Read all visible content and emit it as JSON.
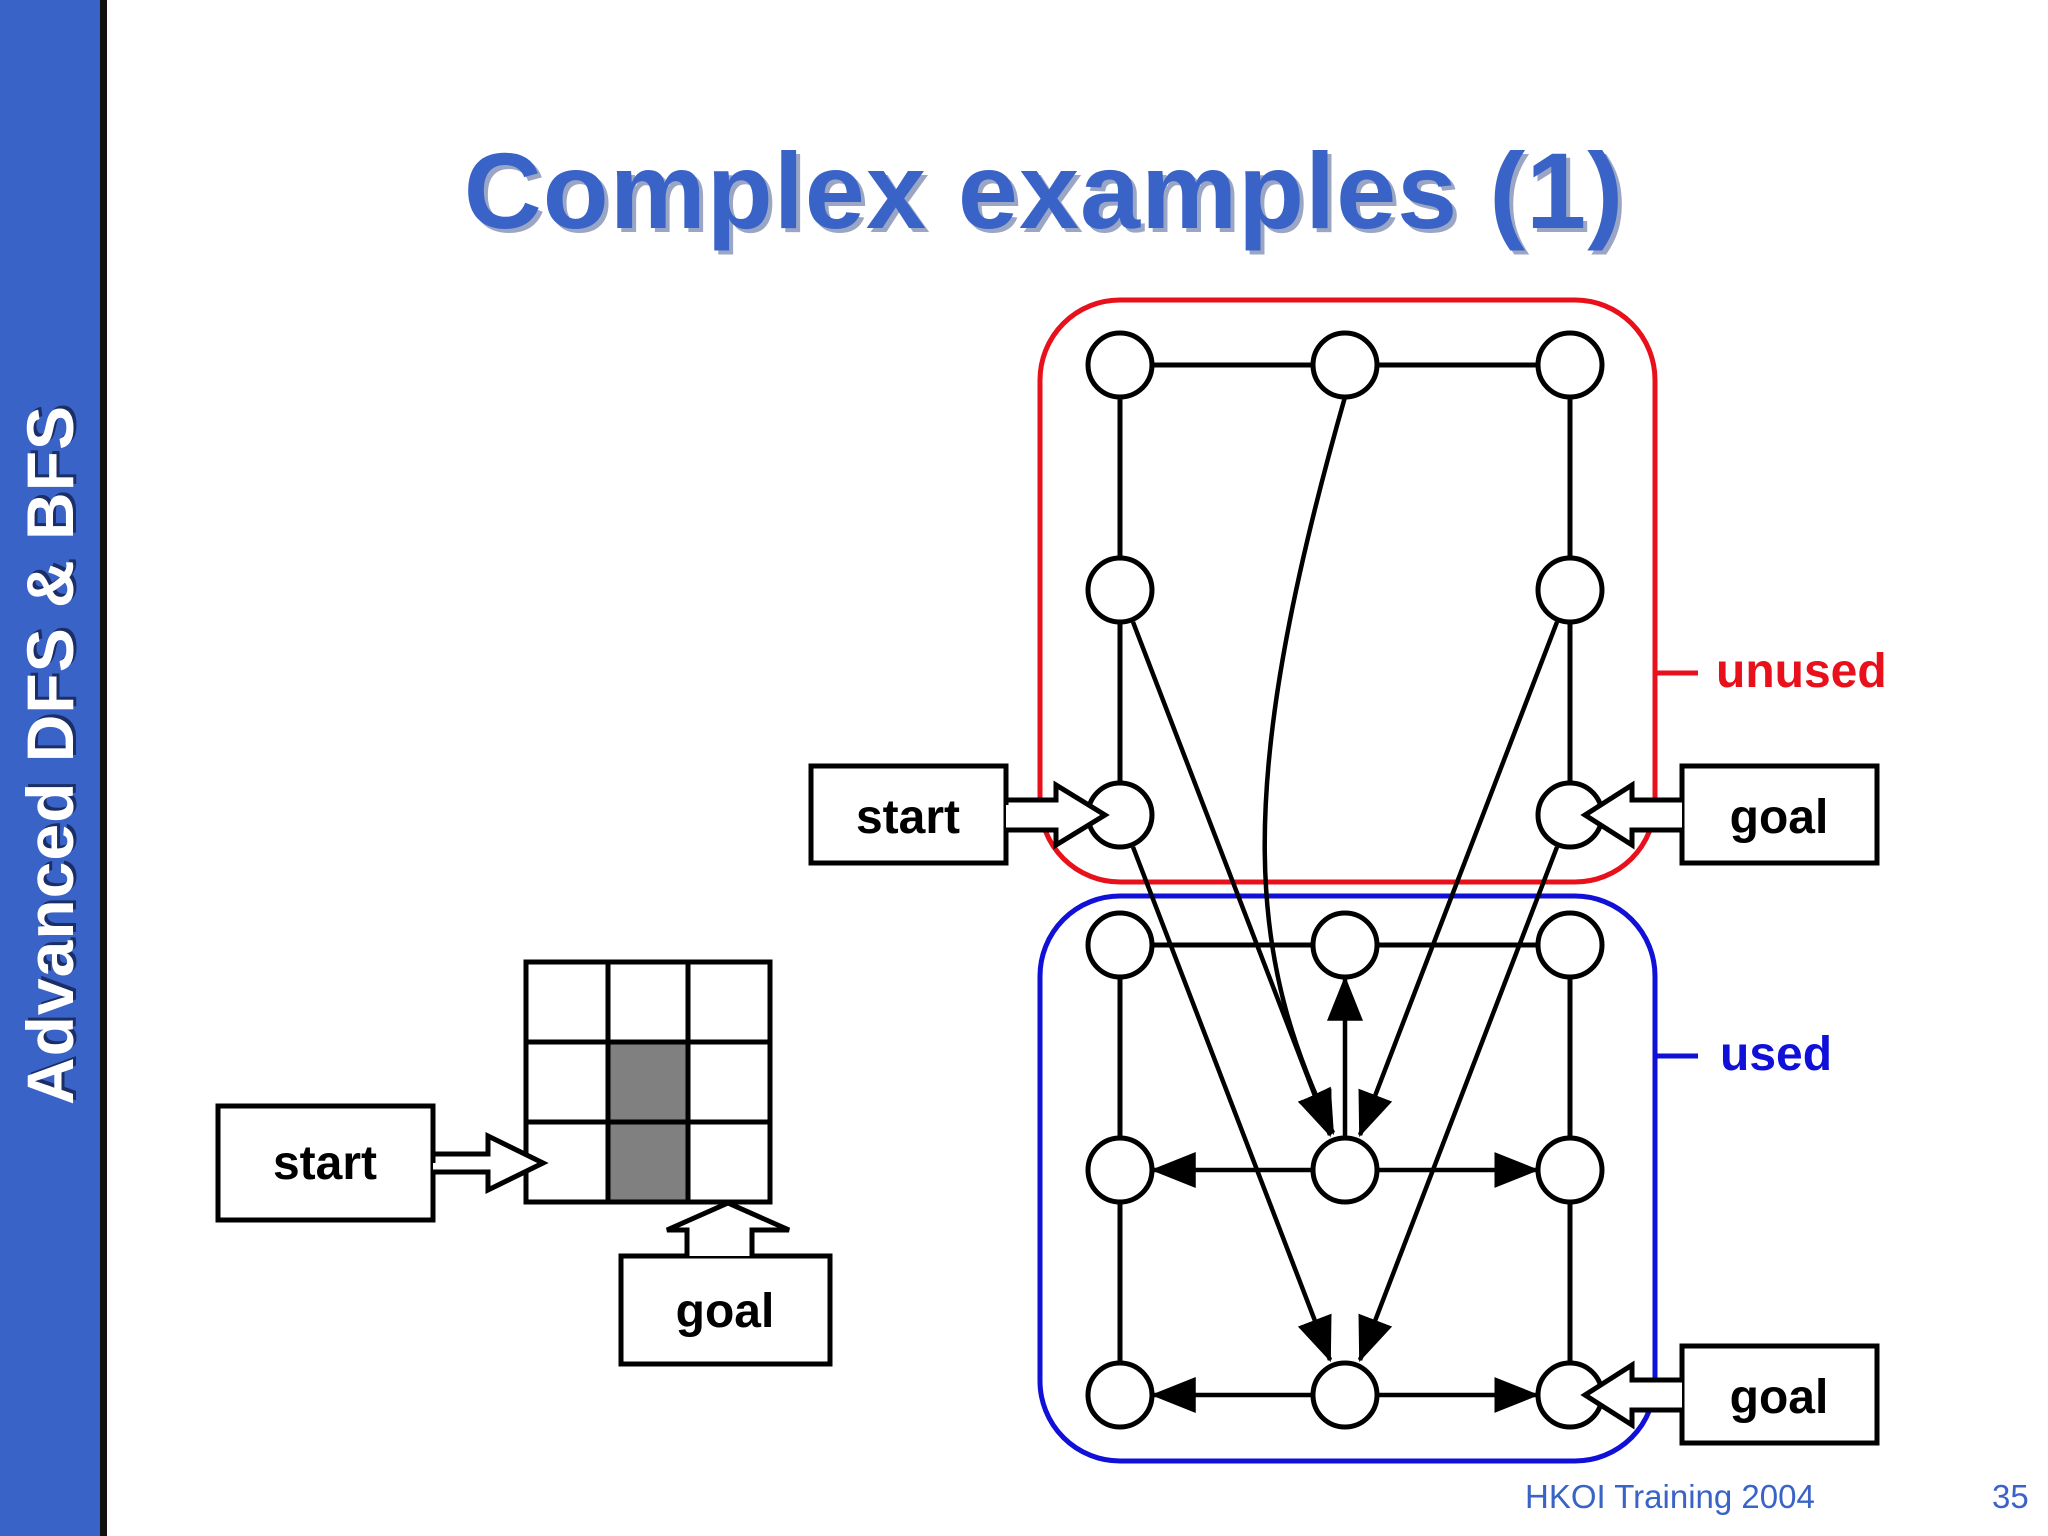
{
  "slide": {
    "sidebar_title": "Advanced DFS & BFS",
    "title": "Complex examples (1)",
    "footer": {
      "course": "HKOI Training 2004",
      "page_number": "35"
    }
  },
  "grid_example": {
    "rows": 3,
    "cols": 3,
    "blocked_cells": [
      [
        1,
        1
      ],
      [
        2,
        1
      ]
    ],
    "start_label": "start",
    "goal_label": "goal"
  },
  "graph_example": {
    "start_label": "start",
    "goal_top_label": "goal",
    "goal_bottom_label": "goal",
    "unused_label": "unused",
    "used_label": "used"
  },
  "colors": {
    "accent_blue": "#3a63c8",
    "unused_red": "#e8101a",
    "used_blue": "#1010d8",
    "blocked_cell_gray": "#808080"
  }
}
